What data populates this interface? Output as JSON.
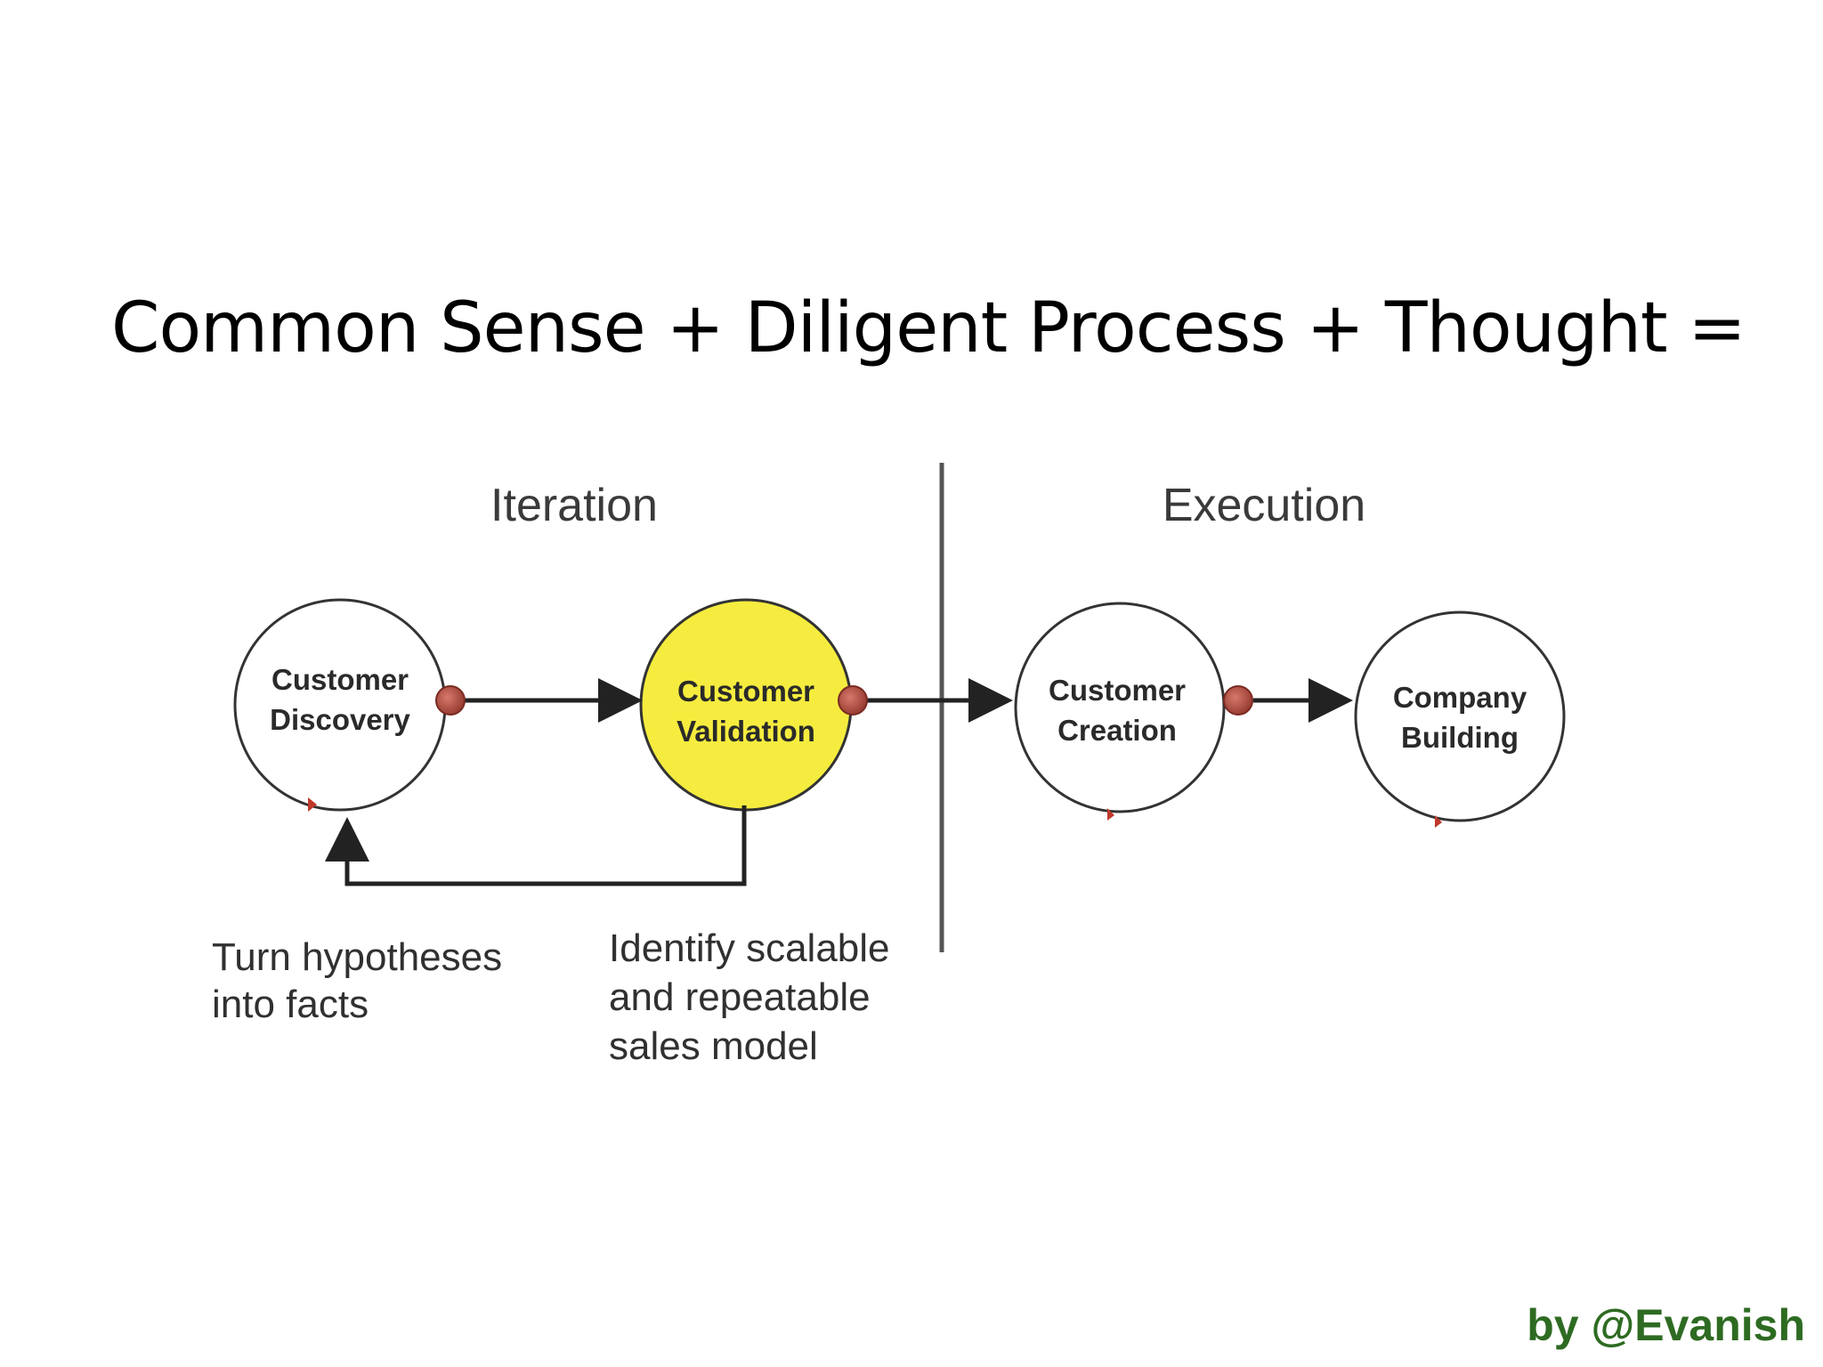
{
  "title": "Common Sense + Diligent Process + Thought =",
  "diagram": {
    "sections": {
      "iteration": "Iteration",
      "execution": "Execution"
    },
    "nodes": {
      "customer_discovery": {
        "line1": "Customer",
        "line2": "Discovery"
      },
      "customer_validation": {
        "line1": "Customer",
        "line2": "Validation"
      },
      "customer_creation": {
        "line1": "Customer",
        "line2": "Creation"
      },
      "company_building": {
        "line1": "Company",
        "line2": "Building"
      }
    },
    "captions": {
      "discovery": {
        "line1": "Turn hypotheses",
        "line2": "into facts"
      },
      "validation": {
        "line1": "Identify scalable",
        "line2": "and repeatable",
        "line3": "sales model"
      }
    },
    "colors": {
      "highlight_fill": "#f5ec3f",
      "connector_dot": "#a8453a",
      "stroke": "#222222"
    }
  },
  "credit": "by @Evanish"
}
